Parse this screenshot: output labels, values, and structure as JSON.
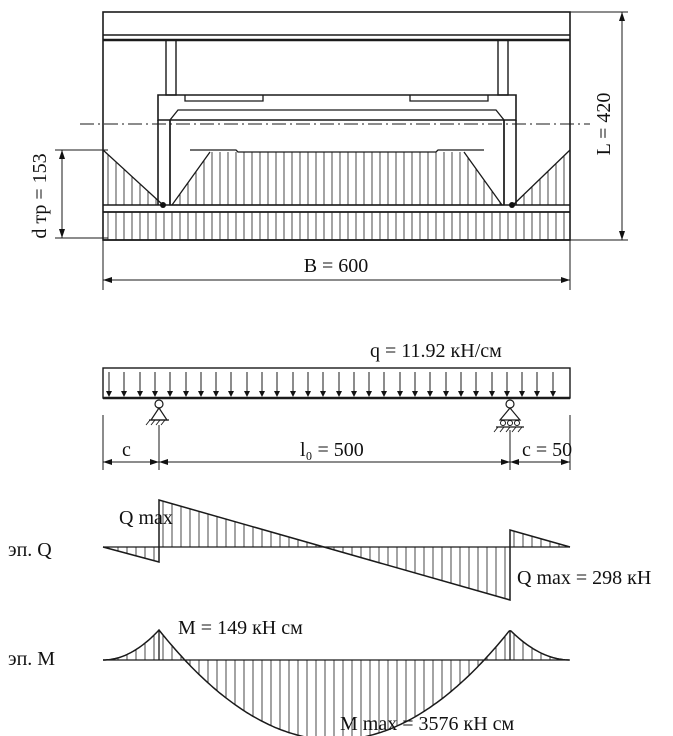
{
  "plan": {
    "dim_height": "d тр = 153",
    "dim_length": "L = 420",
    "dim_width": "B = 600"
  },
  "beam": {
    "load_label": "q = 11.92 кН/см",
    "overhang_left": "c",
    "span_label": "l₀ = 500",
    "overhang_right": "c = 50"
  },
  "shear": {
    "diagram_label": "эп. Q",
    "qmax_left_label": "Q max",
    "qmax_right_label": "Q max = 298 кН"
  },
  "moment": {
    "diagram_label": "эп. M",
    "support_moment_label": "M = 149 кН см",
    "mmax_label": "M max = 3576 кН см"
  },
  "values": {
    "q_kN_per_cm": 11.92,
    "span_cm": 500,
    "overhang_cm": 50,
    "width_B_cm": 600,
    "length_L_cm": 420,
    "height_dtr_cm": 153,
    "Qmax_kN": 298,
    "M_support_kNcm": 149,
    "Mmax_kNcm": 3576
  }
}
